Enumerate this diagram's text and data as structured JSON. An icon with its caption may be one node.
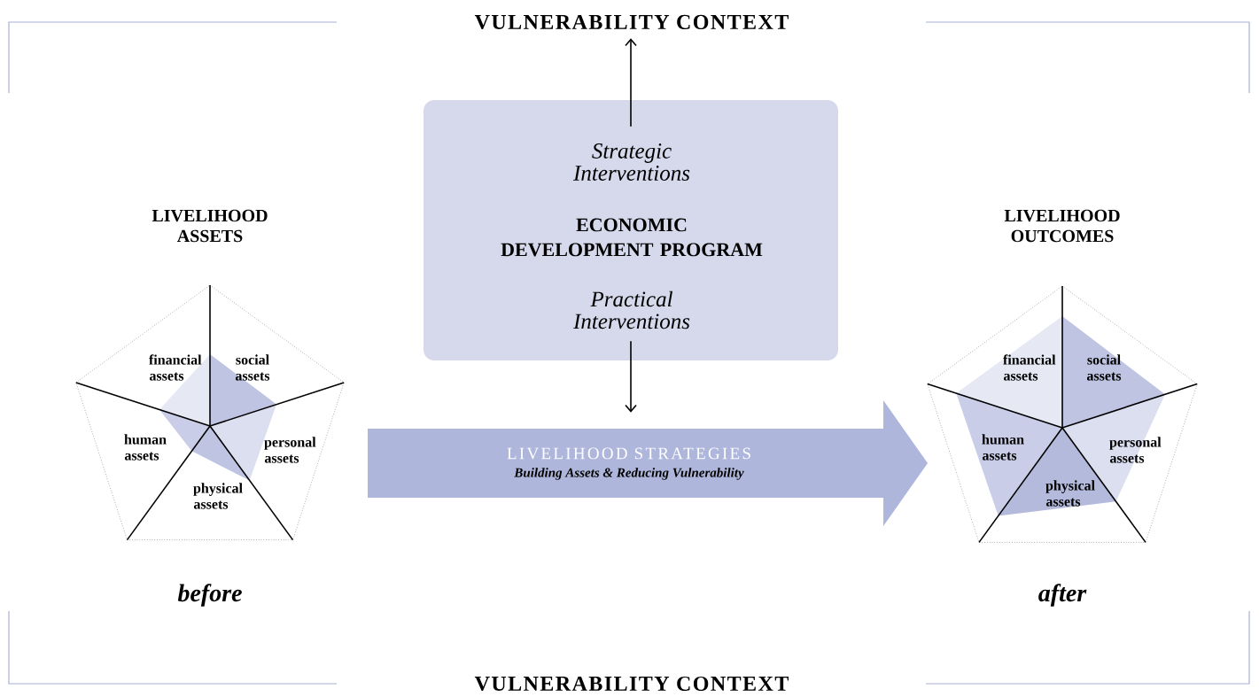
{
  "diagram": {
    "nodes": [
      {
        "text": [
          "VULNERABILITY CONTEXT"
        ]
      },
      {
        "text": [
          "Strategic Interventions",
          "ECONOMIC DEVELOPMENT PROGRAM",
          "Practical Interventions"
        ]
      },
      {
        "text": [
          "LIVELIHOOD STRATEGIES",
          "Building Assets & Reducing Vulnerability"
        ]
      }
    ],
    "edges": [
      {
        "from": 1,
        "to": 0,
        "arrow": "to"
      },
      {
        "from": 1,
        "to": 2,
        "arrow": "to"
      }
    ],
    "labels": [
      "LIVELIHOOD ASSETS",
      "LIVELIHOOD OUTCOMES",
      "financial assets",
      "social assets",
      "human assets",
      "personal assets",
      "physical assets",
      "financial assets",
      "social assets",
      "human assets",
      "personal assets",
      "physical assets",
      "before",
      "after",
      "VULNERABILITY CONTEXT"
    ]
  }
}
